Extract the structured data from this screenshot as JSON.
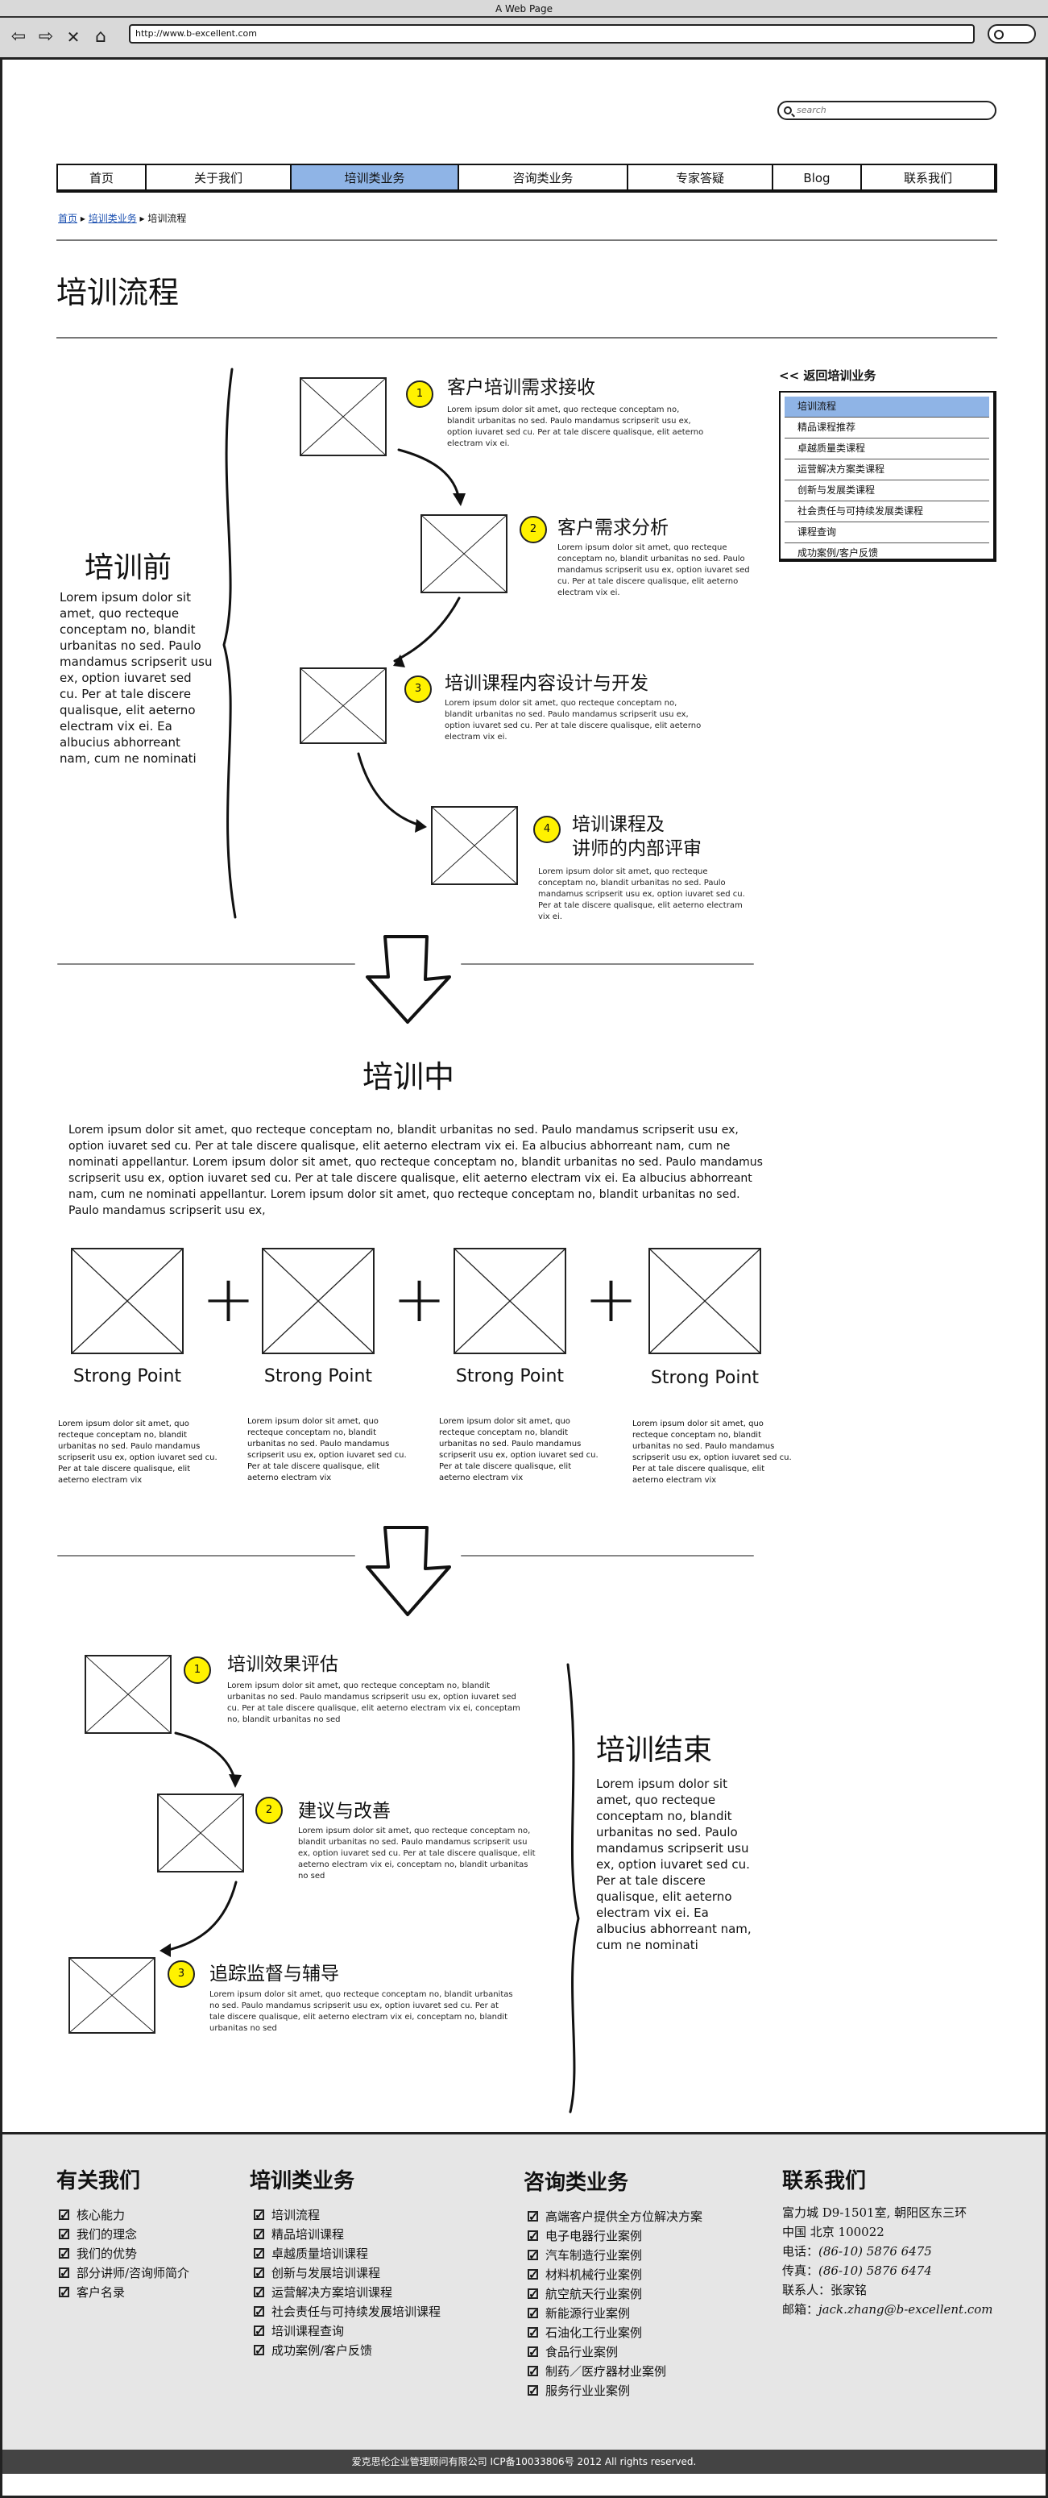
{
  "browser": {
    "window_title": "A Web Page",
    "url": "http://www.b-excellent.com"
  },
  "site": {
    "search_placeholder": "search",
    "nav": [
      {
        "label": "首页"
      },
      {
        "label": "关于我们"
      },
      {
        "label": "培训类业务"
      },
      {
        "label": "咨询类业务"
      },
      {
        "label": "专家答疑"
      },
      {
        "label": "Blog"
      },
      {
        "label": "联系我们"
      }
    ],
    "breadcrumb": [
      "首页",
      "培训类业务",
      "培训流程"
    ],
    "page_title": "培训流程"
  },
  "before": {
    "heading": "培训前",
    "body": "Lorem ipsum dolor sit amet, quo recteque conceptam no, blandit urbanitas no sed. Paulo mandamus scripserit usu ex, option iuvaret sed cu. Per at tale discere qualisque, elit aeterno electram vix ei. Ea albucius abhorreant nam, cum ne nominati",
    "steps": [
      {
        "num": "1",
        "title": "客户培训需求接收",
        "body": "Lorem ipsum dolor sit amet, quo recteque conceptam no, blandit urbanitas no sed. Paulo mandamus scripserit usu ex, option iuvaret sed cu. Per at tale discere qualisque, elit aeterno electram vix ei."
      },
      {
        "num": "2",
        "title": "客户需求分析",
        "body": "Lorem ipsum dolor sit amet, quo recteque conceptam no, blandit urbanitas no sed. Paulo mandamus scripserit usu ex, option iuvaret sed cu. Per at tale discere qualisque, elit aeterno electram vix ei."
      },
      {
        "num": "3",
        "title": "培训课程内容设计与开发",
        "body": "Lorem ipsum dolor sit amet, quo recteque conceptam no, blandit urbanitas no sed. Paulo mandamus scripserit usu ex, option iuvaret sed cu. Per at tale discere qualisque, elit aeterno electram vix ei."
      },
      {
        "num": "4",
        "title_line1": "培训课程及",
        "title_line2": "讲师的内部评审",
        "body": "Lorem ipsum dolor sit amet, quo recteque conceptam no, blandit urbanitas no sed. Paulo mandamus scripserit usu ex, option iuvaret sed cu. Per at tale discere qualisque, elit aeterno electram vix ei."
      }
    ]
  },
  "sidebar": {
    "back_link": "<< 返回培训业务",
    "items": [
      {
        "label": "培训流程"
      },
      {
        "label": "精品课程推荐"
      },
      {
        "label": "卓越质量类课程"
      },
      {
        "label": "运营解决方案类课程"
      },
      {
        "label": "创新与发展类课程"
      },
      {
        "label": "社会责任与可持续发展类课程"
      },
      {
        "label": "课程查询"
      },
      {
        "label": "成功案例/客户反馈"
      }
    ]
  },
  "during": {
    "heading": "培训中",
    "body": "Lorem ipsum dolor sit amet, quo recteque conceptam no, blandit urbanitas no sed. Paulo mandamus scripserit usu ex, option iuvaret sed cu. Per at tale discere qualisque, elit aeterno electram vix ei. Ea albucius abhorreant nam, cum ne nominati appellantur. Lorem ipsum dolor sit amet, quo recteque conceptam no, blandit urbanitas no sed. Paulo mandamus scripserit usu ex, option iuvaret sed cu. Per at tale discere qualisque, elit aeterno electram vix ei. Ea albucius abhorreant nam, cum ne nominati appellantur. Lorem ipsum dolor sit amet, quo recteque conceptam no, blandit urbanitas no sed. Paulo mandamus scripserit usu ex,",
    "plus": "+",
    "points": [
      {
        "label": "Strong Point",
        "body": "Lorem ipsum dolor sit amet, quo recteque conceptam no, blandit urbanitas no sed. Paulo mandamus scripserit usu ex, option iuvaret sed cu. Per at tale discere qualisque, elit aeterno electram vix"
      },
      {
        "label": "Strong Point",
        "body": "Lorem ipsum dolor sit amet, quo recteque conceptam no, blandit urbanitas no sed. Paulo mandamus scripserit usu ex, option iuvaret sed cu. Per at tale discere qualisque, elit aeterno electram vix"
      },
      {
        "label": "Strong Point",
        "body": "Lorem ipsum dolor sit amet, quo recteque conceptam no, blandit urbanitas no sed. Paulo mandamus scripserit usu ex, option iuvaret sed cu. Per at tale discere qualisque, elit aeterno electram vix"
      },
      {
        "label": "Strong Point",
        "body": "Lorem ipsum dolor sit amet, quo recteque conceptam no, blandit urbanitas no sed. Paulo mandamus scripserit usu ex, option iuvaret sed cu. Per at tale discere qualisque, elit aeterno electram vix"
      }
    ]
  },
  "after": {
    "heading": "培训结束",
    "body": "Lorem ipsum dolor sit amet, quo recteque conceptam no, blandit urbanitas no sed. Paulo mandamus scripserit usu ex, option iuvaret sed cu. Per at tale discere qualisque, elit aeterno electram vix ei. Ea albucius abhorreant nam, cum ne nominati",
    "steps": [
      {
        "num": "1",
        "title": "培训效果评估",
        "body": "Lorem ipsum dolor sit amet, quo recteque conceptam no, blandit urbanitas no sed. Paulo mandamus scripserit usu ex, option iuvaret sed cu. Per at tale discere qualisque, elit aeterno electram vix ei, conceptam no, blandit urbanitas no sed"
      },
      {
        "num": "2",
        "title": "建议与改善",
        "body": "Lorem ipsum dolor sit amet, quo recteque conceptam no, blandit urbanitas no sed. Paulo mandamus scripserit usu ex, option iuvaret sed cu. Per at tale discere qualisque, elit aeterno electram vix ei, conceptam no, blandit urbanitas no sed"
      },
      {
        "num": "3",
        "title": "追踪监督与辅导",
        "body": "Lorem ipsum dolor sit amet, quo recteque conceptam no, blandit urbanitas no sed. Paulo mandamus scripserit usu ex, option iuvaret sed cu. Per at tale discere qualisque, elit aeterno electram vix ei, conceptam no, blandit urbanitas no sed"
      }
    ]
  },
  "footer": {
    "about": {
      "title": "有关我们",
      "items": [
        "核心能力",
        "我们的理念",
        "我们的优势",
        "部分讲师/咨询师简介",
        "客户名录"
      ]
    },
    "training": {
      "title": "培训类业务",
      "items": [
        "培训流程",
        "精品培训课程",
        "卓越质量培训课程",
        "创新与发展培训课程",
        "运营解决方案培训课程",
        "社会责任与可持续发展培训课程",
        "培训课程查询",
        "成功案例/客户反馈"
      ]
    },
    "consulting": {
      "title": "咨询类业务",
      "items": [
        "高端客户提供全方位解决方案",
        "电子电器行业案例",
        "汽车制造行业案例",
        "材料机械行业案例",
        "航空航天行业案例",
        "新能源行业案例",
        "石油化工行业案例",
        "食品行业案例",
        "制药／医疗器材业案例",
        "服务行业业案例"
      ]
    },
    "contact": {
      "title": "联系我们",
      "address_line1": "富力城 D9-1501室, 朝阳区东三环",
      "address_line2": "中国 北京 100022",
      "phone_label": "电话：",
      "phone": "(86-10) 5876 6475",
      "fax_label": "传真：",
      "fax": "(86-10) 5876 6474",
      "person_label": "联系人：",
      "person": "张家铭",
      "email_label": "邮箱：",
      "email": "jack.zhang@b-excellent.com"
    },
    "copyright": "爱克思伦企业管理顾问有限公司 ICP备10033806号 2012 All rights reserved."
  }
}
